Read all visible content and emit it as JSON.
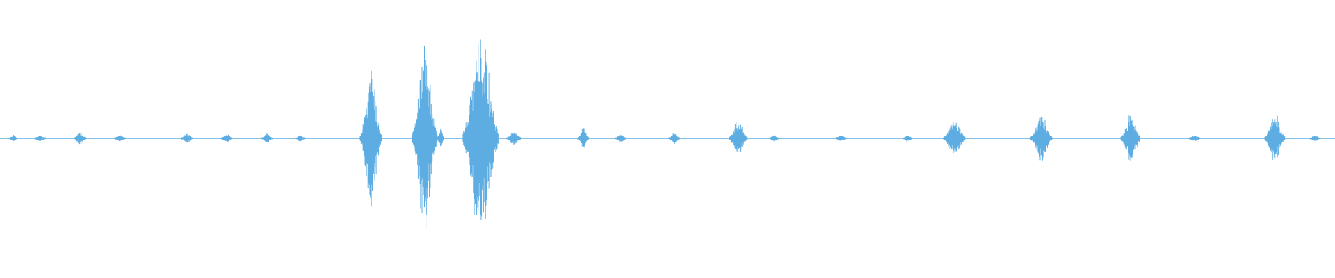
{
  "waveform": {
    "color": "#5dade2",
    "baseline_color": "#5dade2",
    "bursts": [
      {
        "time": 0.01,
        "amplitude": 0.02,
        "width": 0.004
      },
      {
        "time": 0.03,
        "amplitude": 0.02,
        "width": 0.006
      },
      {
        "time": 0.06,
        "amplitude": 0.05,
        "width": 0.006
      },
      {
        "time": 0.09,
        "amplitude": 0.02,
        "width": 0.006
      },
      {
        "time": 0.14,
        "amplitude": 0.04,
        "width": 0.006
      },
      {
        "time": 0.17,
        "amplitude": 0.03,
        "width": 0.006
      },
      {
        "time": 0.2,
        "amplitude": 0.03,
        "width": 0.006
      },
      {
        "time": 0.225,
        "amplitude": 0.02,
        "width": 0.005
      },
      {
        "time": 0.278,
        "amplitude": 0.5,
        "width": 0.012
      },
      {
        "time": 0.318,
        "amplitude": 0.75,
        "width": 0.014
      },
      {
        "time": 0.33,
        "amplitude": 0.08,
        "width": 0.004
      },
      {
        "time": 0.36,
        "amplitude": 0.85,
        "width": 0.02
      },
      {
        "time": 0.385,
        "amplitude": 0.05,
        "width": 0.008
      },
      {
        "time": 0.437,
        "amplitude": 0.08,
        "width": 0.006
      },
      {
        "time": 0.465,
        "amplitude": 0.03,
        "width": 0.006
      },
      {
        "time": 0.505,
        "amplitude": 0.04,
        "width": 0.006
      },
      {
        "time": 0.553,
        "amplitude": 0.14,
        "width": 0.01
      },
      {
        "time": 0.58,
        "amplitude": 0.02,
        "width": 0.005
      },
      {
        "time": 0.63,
        "amplitude": 0.02,
        "width": 0.006
      },
      {
        "time": 0.68,
        "amplitude": 0.02,
        "width": 0.005
      },
      {
        "time": 0.715,
        "amplitude": 0.15,
        "width": 0.012
      },
      {
        "time": 0.78,
        "amplitude": 0.18,
        "width": 0.012
      },
      {
        "time": 0.847,
        "amplitude": 0.2,
        "width": 0.011
      },
      {
        "time": 0.895,
        "amplitude": 0.02,
        "width": 0.006
      },
      {
        "time": 0.955,
        "amplitude": 0.2,
        "width": 0.011
      },
      {
        "time": 0.985,
        "amplitude": 0.02,
        "width": 0.005
      }
    ]
  }
}
